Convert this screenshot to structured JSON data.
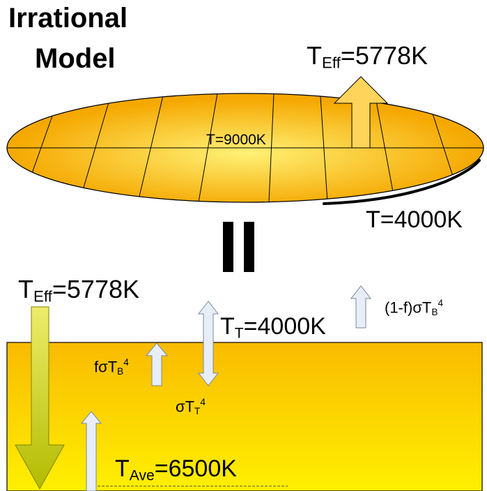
{
  "title": {
    "line1": "Irrational",
    "line2": "Model"
  },
  "top_diagram": {
    "effective_temp": {
      "symbol": "T",
      "subscript": "Eff",
      "value": "=5778K"
    },
    "core_temp": "T=9000K",
    "edge_temp": "T=4000K"
  },
  "equals_sign": "||",
  "bottom_diagram": {
    "effective_temp": {
      "symbol": "T",
      "subscript": "Eff",
      "value": "=5778K"
    },
    "top_temp": {
      "symbol": "T",
      "subscript": "T",
      "value": "=4000K"
    },
    "escape_flux": {
      "prefix": "(1-f)σT",
      "subscript": "B",
      "superscript": "4"
    },
    "up_flux": {
      "prefix": "fσT",
      "subscript": "B",
      "superscript": "4"
    },
    "down_flux": {
      "prefix": "σT",
      "subscript": "T",
      "superscript": "4"
    },
    "average_temp": {
      "symbol": "T",
      "subscript": "Ave",
      "value": "=6500K"
    }
  },
  "colors": {
    "ellipse_inner": "#FFF176",
    "ellipse_outer": "#F5A800",
    "slab_top": "#F9BB00",
    "slab_bottom": "#FFF000",
    "big_arrow": "#FFD45A",
    "down_arrow_top": "#EEEC6A",
    "down_arrow_bottom": "#B3BB00",
    "small_arrow_fill": "#E8EEF8",
    "small_arrow_stroke": "#7A8899"
  }
}
